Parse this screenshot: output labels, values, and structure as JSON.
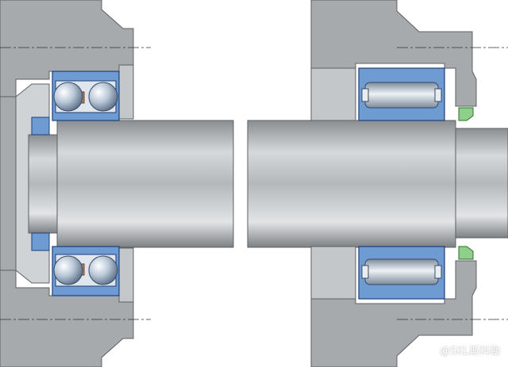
{
  "watermark": {
    "text": "@SKL斯科勒"
  },
  "colors": {
    "housing": "#a6aaad",
    "housing_light": "#c4c7c9",
    "housing_edge": "#5c6063",
    "bearing_ring": "#6f9bd3",
    "bearing_edge": "#1f3f7a",
    "shaft_mid": "#c9cdd0",
    "shaft_dark": "#808487",
    "cage": "#c9825a",
    "seal": "#8ed08a",
    "centerline": "#333333"
  },
  "parts": [
    {
      "name": "locating-bearing-housing",
      "icon": "housing-section"
    },
    {
      "name": "angular-contact-ball-bearing-pair",
      "icon": "ball-bearing"
    },
    {
      "name": "shaft",
      "icon": "cylinder"
    },
    {
      "name": "non-locating-bearing-housing",
      "icon": "housing-section"
    },
    {
      "name": "cylindrical-roller-bearing",
      "icon": "roller-bearing"
    },
    {
      "name": "v-ring-seal",
      "icon": "seal"
    }
  ]
}
